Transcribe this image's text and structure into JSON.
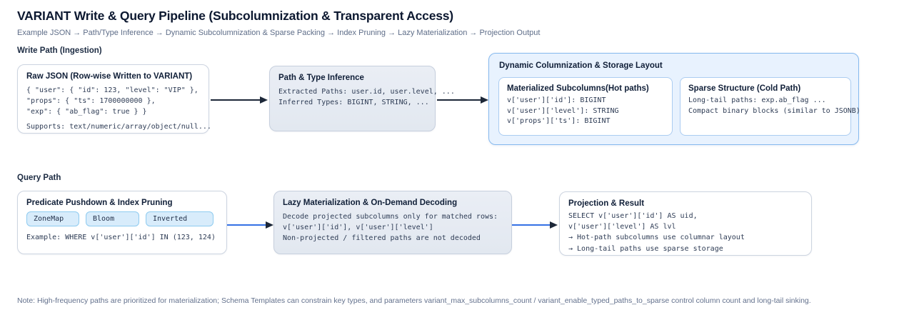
{
  "header": {
    "title": "VARIANT Write & Query Pipeline (Subcolumnization & Transparent Access)",
    "flow_summary": "Example JSON → Path/Type Inference → Dynamic Subcolumnization & Sparse Packing → Index Pruning → Lazy Materialization → Projection Output"
  },
  "write_path": {
    "section_label": "Write Path (Ingestion)",
    "raw_json_box": {
      "title": "Raw JSON (Row-wise Written to VARIANT)",
      "code_lines": [
        "{ \"user\": { \"id\": 123, \"level\": \"VIP\" },",
        "\"props\": { \"ts\": 1700000000 },",
        "\"exp\": { \"ab_flag\": true } }"
      ],
      "supports": "Supports: text/numeric/array/object/null..."
    },
    "inference_box": {
      "title": "Path & Type Inference",
      "lines": [
        "Extracted Paths: user.id, user.level, ...",
        "Inferred Types: BIGINT, STRING, ..."
      ]
    },
    "columnization_box": {
      "title": "Dynamic Columnization & Storage Layout",
      "hot_box": {
        "title": "Materialized Subcolumns(Hot paths)",
        "lines": [
          "v['user']['id']: BIGINT",
          "v['user']['level']: STRING",
          "v['props']['ts']: BIGINT"
        ]
      },
      "cold_box": {
        "title": "Sparse Structure (Cold Path)",
        "lines": [
          "Long-tail paths: exp.ab_flag ...",
          "Compact binary blocks (similar to JSONB)"
        ]
      }
    }
  },
  "query_path": {
    "section_label": "Query Path",
    "predicate_box": {
      "title": "Predicate Pushdown & Index Pruning",
      "chips": [
        "ZoneMap",
        "Bloom",
        "Inverted"
      ],
      "example": "Example: WHERE v['user']['id'] IN (123, 124)"
    },
    "lazy_box": {
      "title": "Lazy Materialization & On-Demand Decoding",
      "lines": [
        "Decode projected subcolumns only for matched rows:",
        "v['user']['id'], v['user']['level']",
        "Non-projected / filtered paths are not decoded"
      ]
    },
    "projection_box": {
      "title": "Projection & Result",
      "lines": [
        "SELECT v['user']['id'] AS uid,",
        "v['user']['level'] AS lvl",
        "→ Hot-path subcolumns use columnar layout",
        "→ Long-tail paths use sparse storage"
      ]
    }
  },
  "footnote": "Note: High-frequency paths are prioritized for materialization; Schema Templates can constrain key types, and parameters variant_max_subcolumns_count / variant_enable_typed_paths_to_sparse control column count and long-tail sinking.",
  "colors": {
    "container_fill": "#e8f2fe",
    "container_border": "#86b9ee",
    "chip_fill": "#d8ecfb",
    "chip_border": "#8ecbf0",
    "arrow_dark": "#1c2738",
    "arrow_blue": "#3470e4",
    "muted_text": "#5f6e89"
  }
}
